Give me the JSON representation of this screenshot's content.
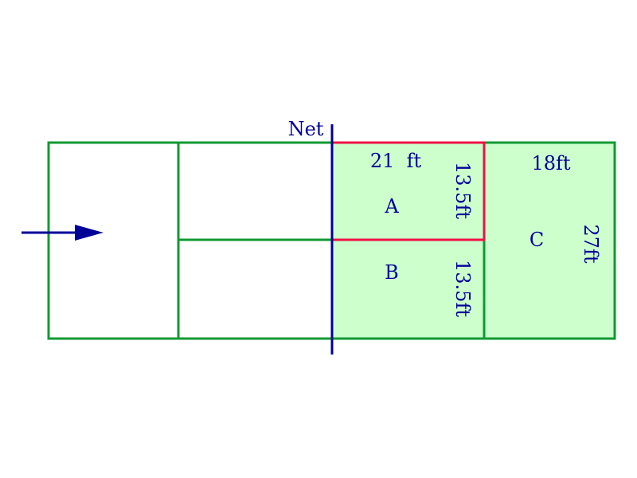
{
  "net_label": "Net",
  "zones": {
    "a": {
      "name": "A",
      "width_label": "21  ft",
      "depth_label": "13.5ft"
    },
    "b": {
      "name": "B",
      "depth_label": "13.5ft"
    },
    "c": {
      "name": "C",
      "width_label": "18ft",
      "depth_label": "27ft"
    }
  },
  "colors": {
    "court_line": "#119933",
    "zone_fill": "#ccffcc",
    "highlight": "#ee1144",
    "net_line": "#000099",
    "text": "#000099"
  }
}
